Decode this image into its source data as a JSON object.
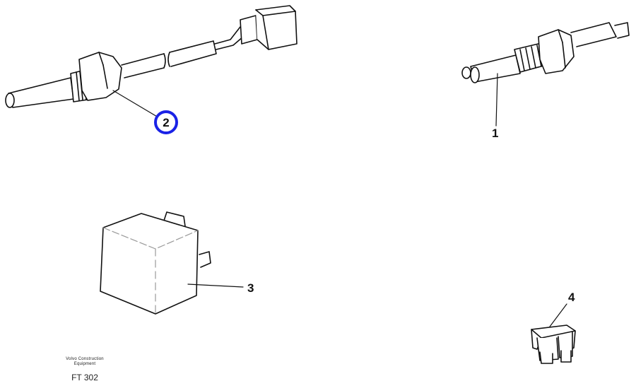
{
  "diagram": {
    "type": "exploded parts illustration",
    "parts": [
      {
        "id": "1",
        "label": "1",
        "description": "threaded sensor / switch with hex nut"
      },
      {
        "id": "2",
        "label": "2",
        "description": "probe sensor with hex nut, cable and connector",
        "highlighted": true
      },
      {
        "id": "3",
        "label": "3",
        "description": "relay box"
      },
      {
        "id": "4",
        "label": "4",
        "description": "blade fuse"
      }
    ],
    "highlight_color": "#1a22e6",
    "footer": {
      "brand_line1": "Volvo Construction",
      "brand_line2": "Equipment",
      "code": "FT 302"
    }
  }
}
